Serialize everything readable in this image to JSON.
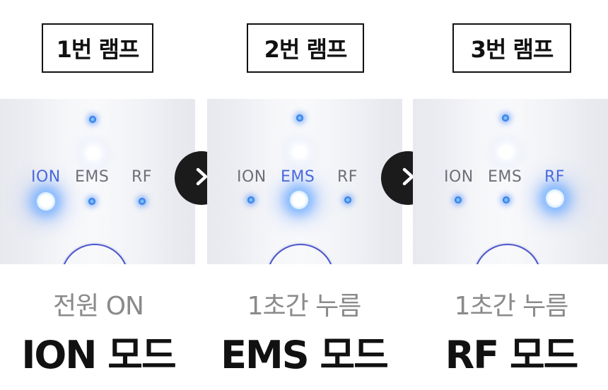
{
  "steps": [
    {
      "lamp_title": "1번 램프",
      "labels": [
        "ION",
        "EMS",
        "RF"
      ],
      "active": "ION",
      "action": "전원 ON",
      "mode": "ION 모드"
    },
    {
      "lamp_title": "2번 램프",
      "labels": [
        "ION",
        "EMS",
        "RF"
      ],
      "active": "EMS",
      "action": "1초간 누름",
      "mode": "EMS 모드"
    },
    {
      "lamp_title": "3번 램프",
      "labels": [
        "ION",
        "EMS",
        "RF"
      ],
      "active": "RF",
      "action": "1초간 누름",
      "mode": "RF 모드"
    }
  ],
  "arrow_icon": "chevron-right-icon",
  "colors": {
    "led_blue": "#2e7ce8",
    "ring": "#4d56c9",
    "arrow_bg": "#1b1b1b",
    "active_label": "#4b66d8"
  }
}
